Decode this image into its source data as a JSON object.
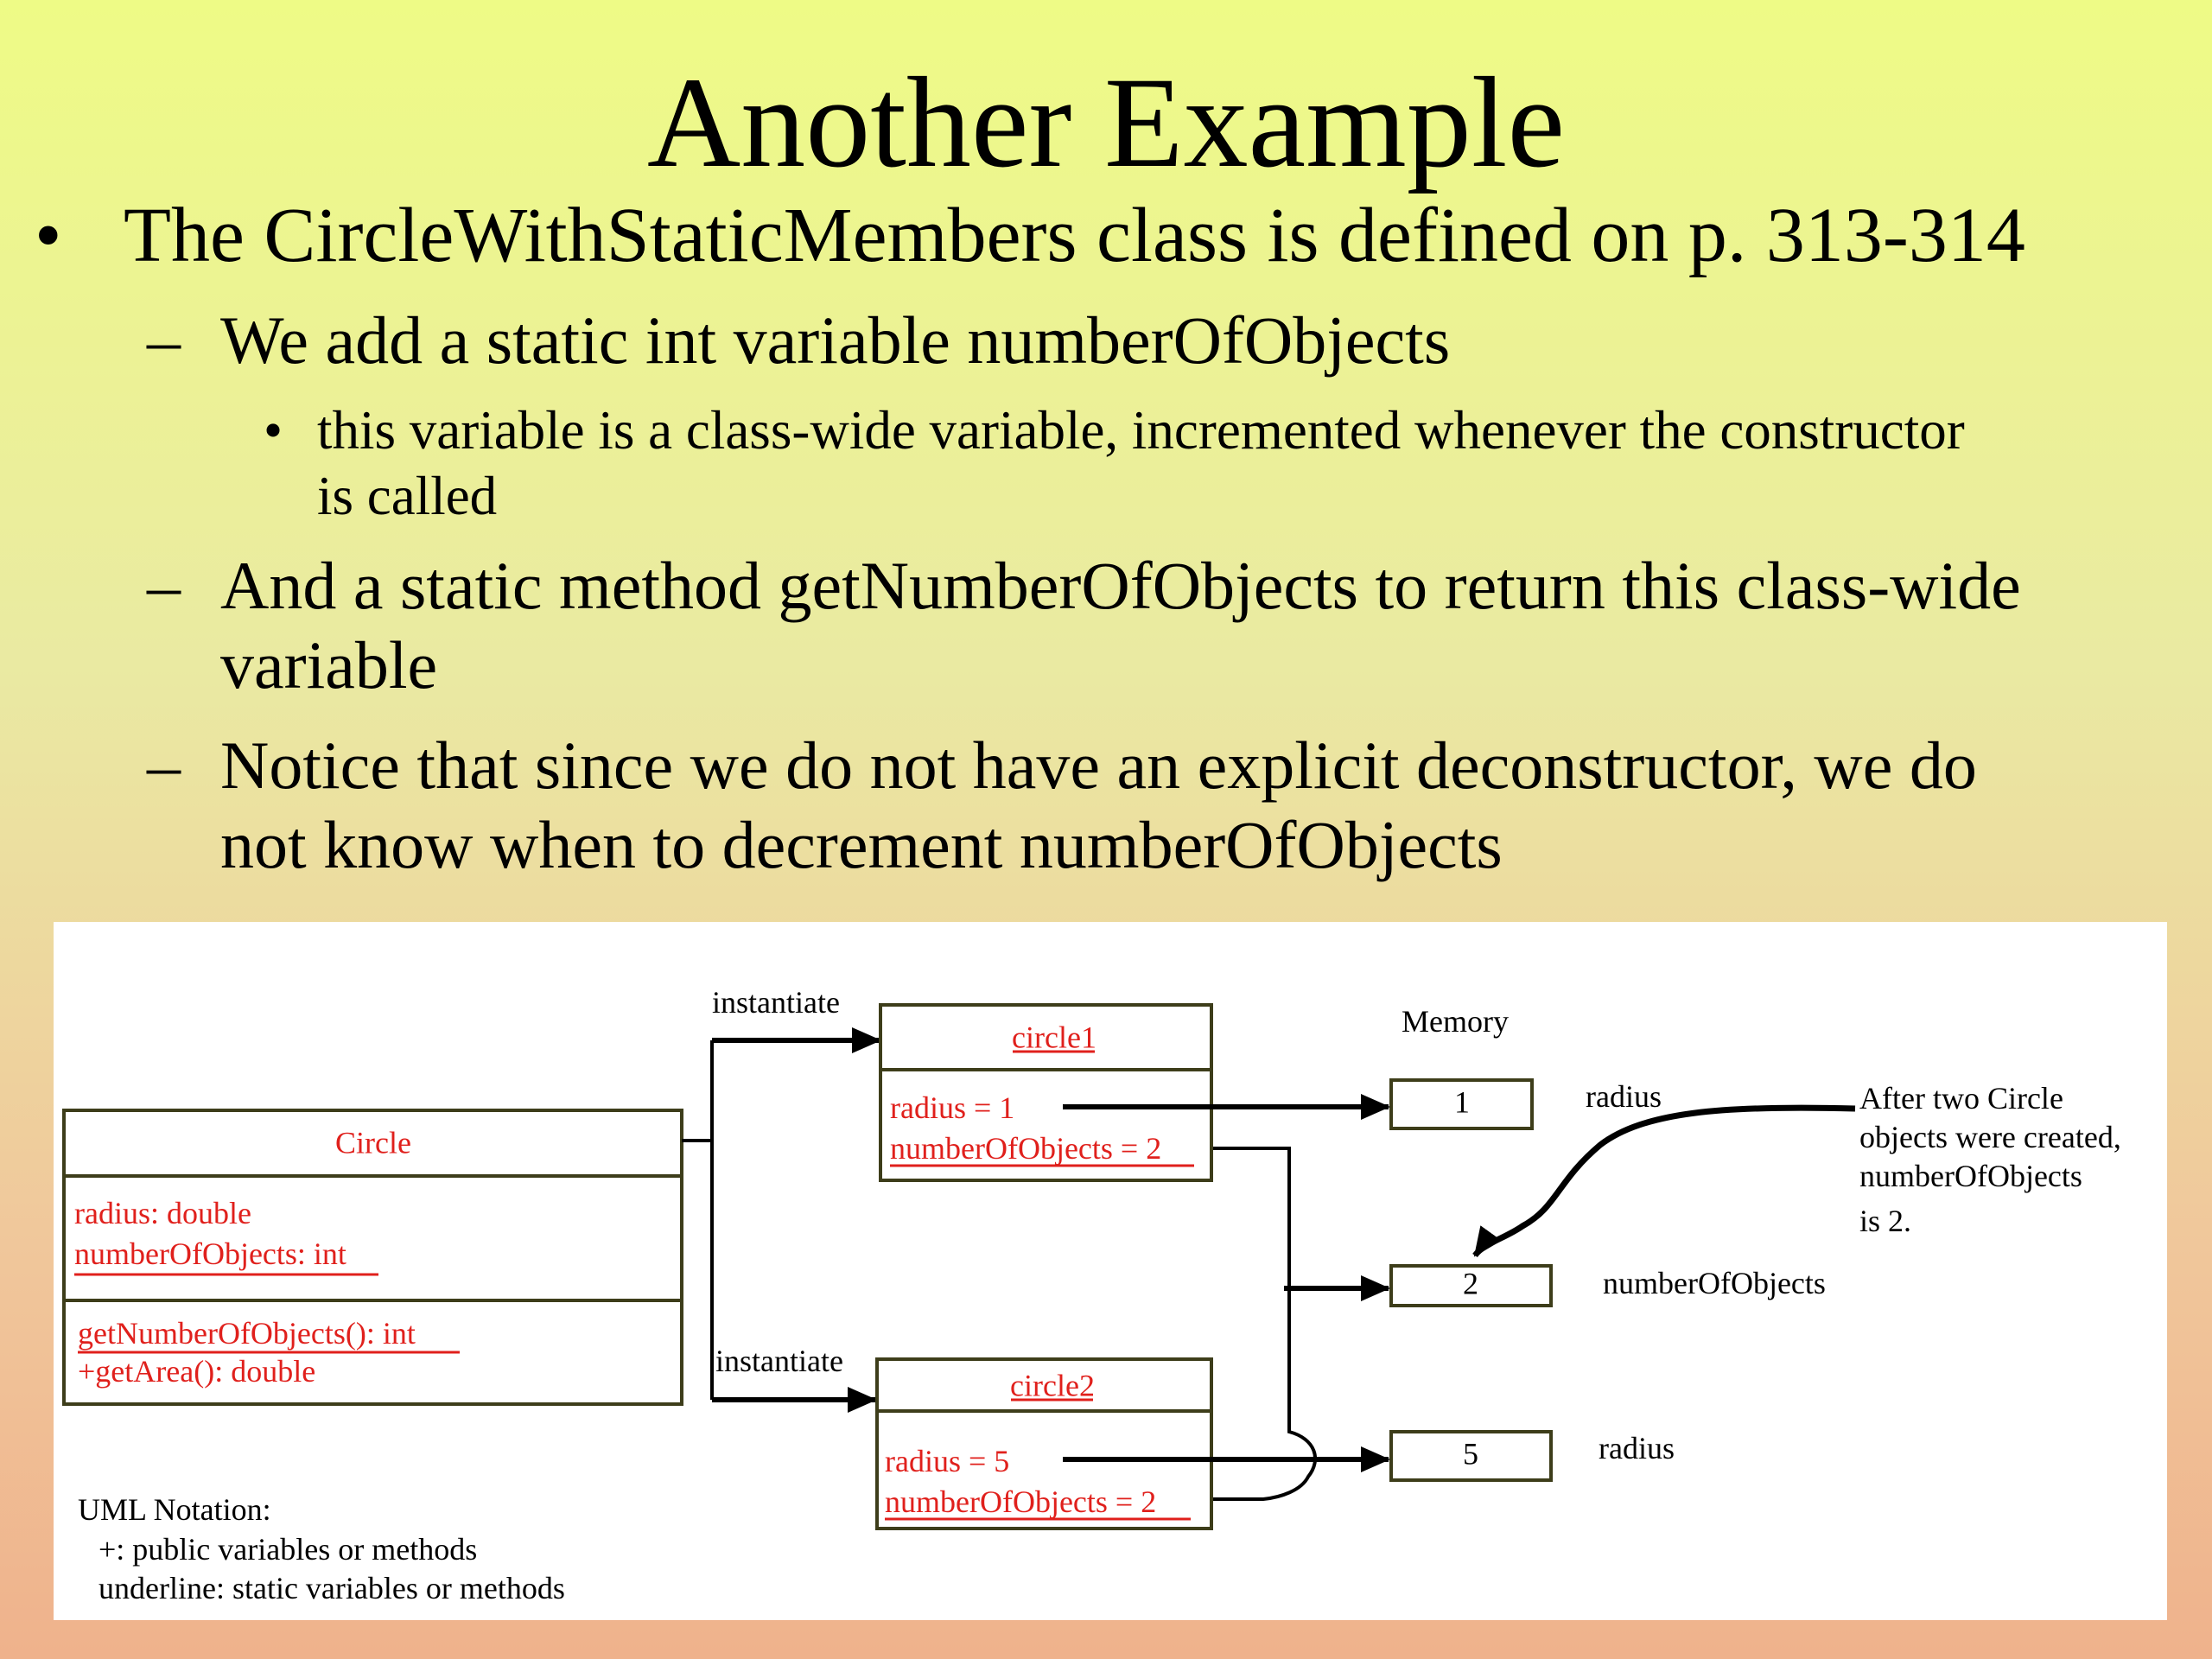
{
  "slide": {
    "title": "Another Example",
    "bullets": {
      "b1_marker": "•",
      "b1": "The CircleWithStaticMembers class is defined on p. 313-314",
      "b2_marker": "–",
      "b2": "We add a static int variable numberOfObjects",
      "b3_marker": "•",
      "b3_line1": "this variable is a class-wide variable, incremented whenever the constructor",
      "b3_line2": "is called",
      "b4_marker": "–",
      "b4_line1": "And a static method getNumberOfObjects to return this class-wide",
      "b4_line2": "variable",
      "b5_marker": "–",
      "b5_line1": "Notice that since we do not have an explicit deconstructor, we do",
      "b5_line2": "not know when to decrement numberOfObjects"
    }
  },
  "diagram": {
    "circle_class": {
      "name": "Circle",
      "attr1": "radius: double",
      "attr2": "numberOfObjects: int",
      "method1": "getNumberOfObjects(): int",
      "method2": "+getArea(): double"
    },
    "instantiate_top": "instantiate",
    "instantiate_bottom": "instantiate",
    "circle1": {
      "name": "circle1",
      "radius": "radius = 1",
      "count": "numberOfObjects = 2"
    },
    "circle2": {
      "name": "circle2",
      "radius": "radius = 5",
      "count": "numberOfObjects = 2"
    },
    "memory": {
      "title": "Memory",
      "cell1_value": "1",
      "cell1_label": "radius",
      "cell2_value": "2",
      "cell2_label": "numberOfObjects",
      "cell3_value": "5",
      "cell3_label": "radius"
    },
    "note": {
      "line1": "After two Circle",
      "line2": "objects were created,",
      "line3": "numberOfObjects",
      "line4": "is 2."
    },
    "uml_notation": {
      "line1": "UML Notation:",
      "line2": "+: public variables or methods",
      "line3": "underline: static variables or methods"
    },
    "colors": {
      "member_text": "#e0201c",
      "box_border": "#3d3d1a",
      "slide_top": "#eefb86",
      "slide_bottom": "#efb28c"
    }
  }
}
